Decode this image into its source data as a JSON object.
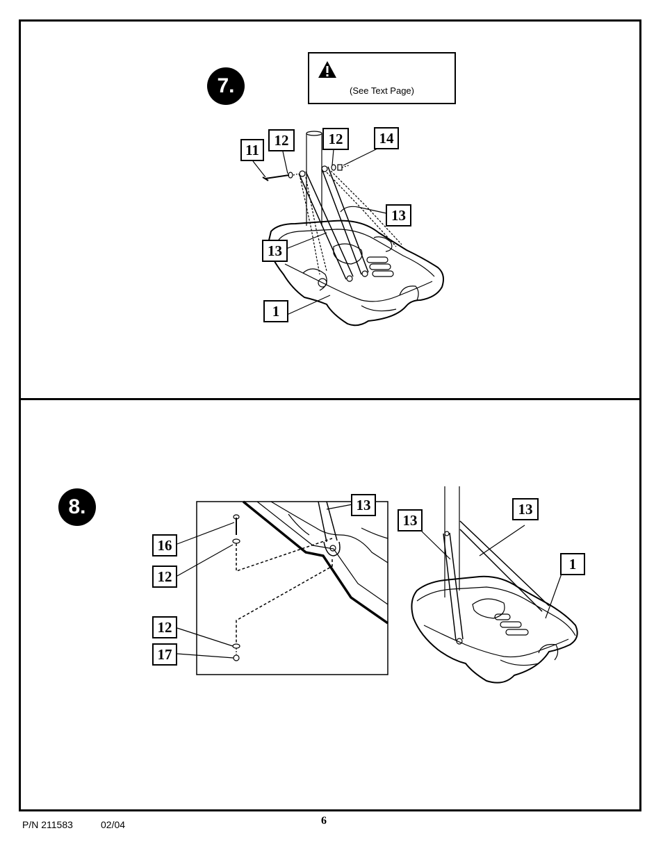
{
  "steps": [
    {
      "number": "7.",
      "warning": {
        "icon": "warning-triangle-icon",
        "text": "(See Text Page)"
      },
      "callouts": [
        "11",
        "12",
        "12",
        "14",
        "13",
        "13",
        "1"
      ]
    },
    {
      "number": "8.",
      "callouts": [
        "13",
        "16",
        "12",
        "12",
        "17",
        "13",
        "13",
        "1"
      ]
    }
  ],
  "footer": {
    "part_number": "P/N 211583",
    "date": "02/04",
    "page": "6"
  }
}
